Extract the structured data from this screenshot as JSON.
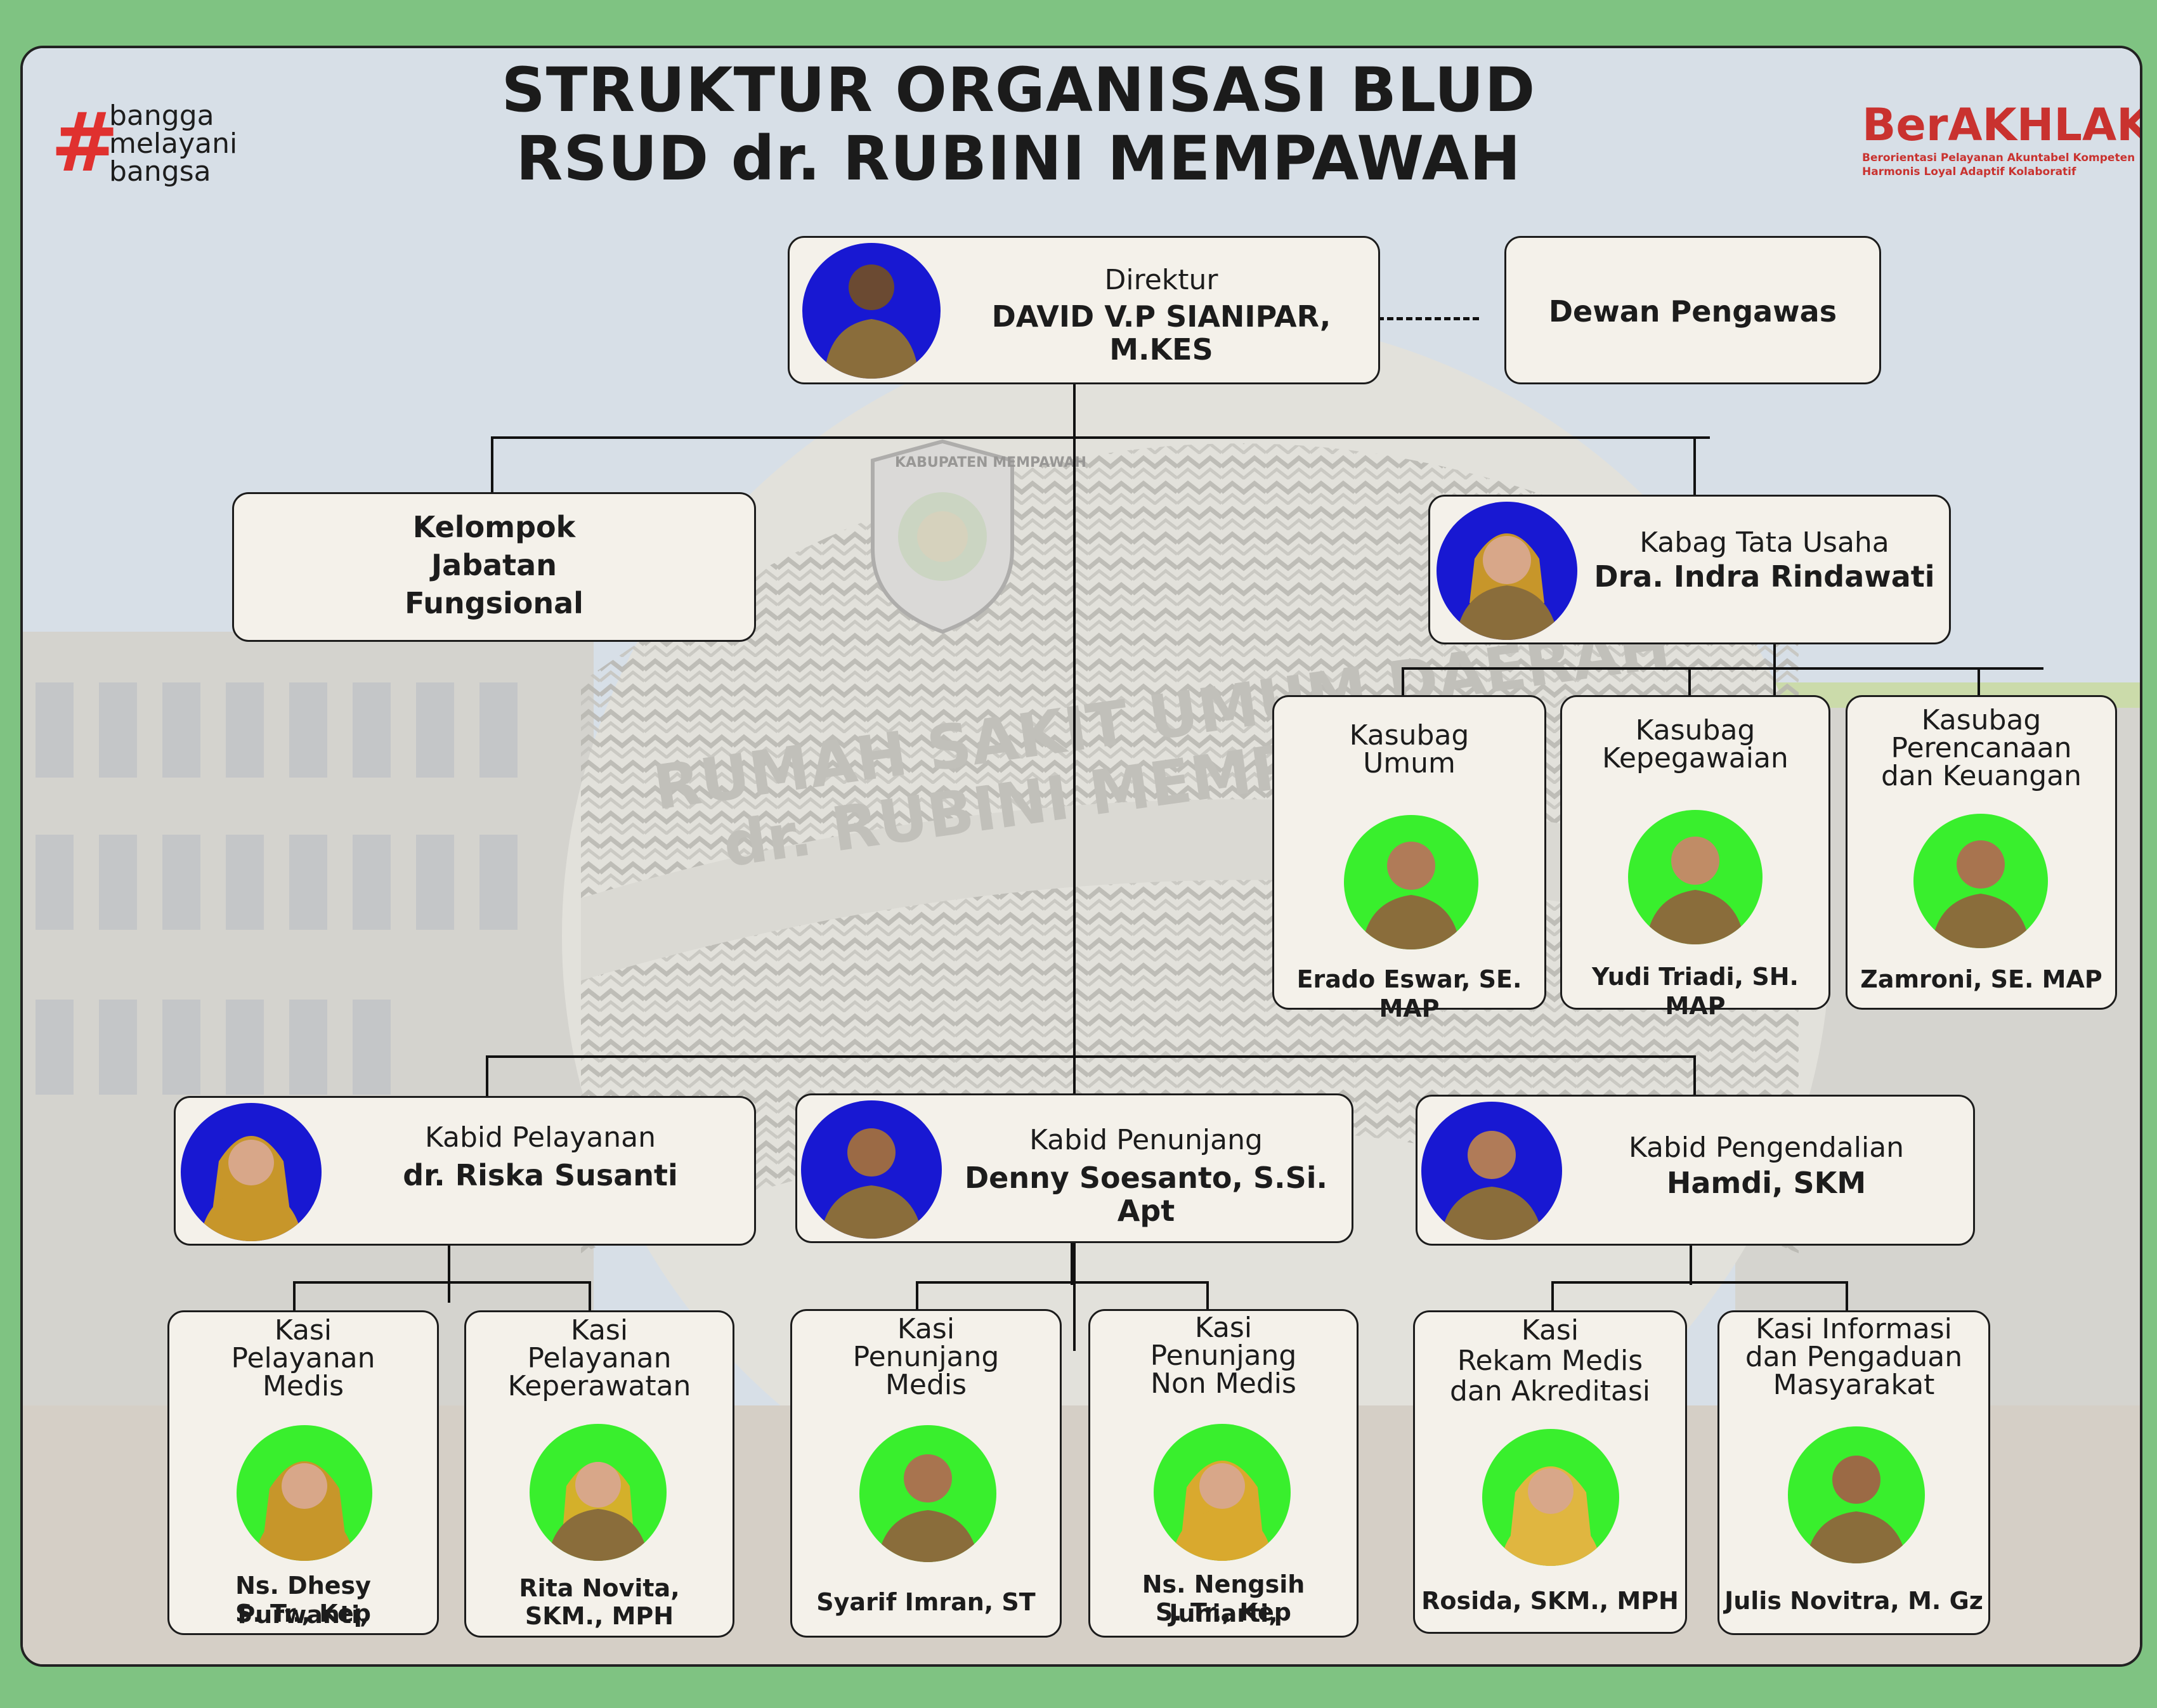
{
  "logos": {
    "left": {
      "hash": "#",
      "lines": [
        "bangga",
        "melayani",
        "bangsa"
      ]
    },
    "right": {
      "brand": "BerAKHLAK",
      "line1": "Berorientasi Pelayanan Akuntabel Kompeten",
      "line2": "Harmonis Loyal Adaptif Kolaboratif"
    }
  },
  "title": {
    "line1": "STRUKTUR ORGANISASI BLUD",
    "line2": "RSUD dr. RUBINI MEMPAWAH"
  },
  "background": {
    "building_text1": "RUMAH SAKIT UMUM DAERAH",
    "building_text2": "dr. RUBINI MEMPAWAH",
    "emblem_text": "KABUPATEN MEMPAWAH"
  },
  "direktur": {
    "role": "Direktur",
    "name": "DAVID V.P SIANIPAR, M.KES"
  },
  "dewan": {
    "label": "Dewan Pengawas"
  },
  "fungsional": {
    "line1": "Kelompok",
    "line2": "Jabatan",
    "line3": "Fungsional"
  },
  "kabag": {
    "role": "Kabag Tata Usaha",
    "name": "Dra. Indra Rindawati"
  },
  "kasubag": [
    {
      "role": [
        "Kasubag",
        "Umum"
      ],
      "name": "Erado Eswar, SE. MAP"
    },
    {
      "role": [
        "Kasubag",
        "Kepegawaian"
      ],
      "name": "Yudi Triadi, SH. MAP"
    },
    {
      "role": [
        "Kasubag",
        "Perencanaan",
        "dan Keuangan"
      ],
      "name": "Zamroni, SE. MAP"
    }
  ],
  "kabid": [
    {
      "role": "Kabid Pelayanan",
      "name": "dr. Riska Susanti"
    },
    {
      "role": "Kabid Penunjang",
      "name": "Denny Soesanto, S.Si. Apt"
    },
    {
      "role": "Kabid Pengendalian",
      "name": "Hamdi, SKM"
    }
  ],
  "kasi": [
    {
      "role": [
        "Kasi",
        "Pelayanan",
        "Medis"
      ],
      "name": [
        "Ns. Dhesy Purwanti,",
        "S. Tr., Kep"
      ]
    },
    {
      "role": [
        "Kasi",
        "Pelayanan",
        "Keperawatan"
      ],
      "name": [
        "Rita Novita,",
        "SKM., MPH"
      ]
    },
    {
      "role": [
        "Kasi",
        "Penunjang",
        "Medis"
      ],
      "name": [
        "Syarif Imran, ST"
      ]
    },
    {
      "role": [
        "Kasi",
        "Penunjang",
        "Non Medis"
      ],
      "name": [
        "Ns. Nengsih Juniarti,",
        "S. Tr., Kep"
      ]
    },
    {
      "role": [
        "Kasi",
        "Rekam Medis",
        "dan Akreditasi"
      ],
      "name": [
        "Rosida, SKM., MPH"
      ]
    },
    {
      "role": [
        "Kasi Informasi",
        "dan Pengaduan",
        "Masyarakat"
      ],
      "name": [
        "Julis Novitra, M. Gz"
      ]
    }
  ],
  "colors": {
    "frame_bg": "#7fc382",
    "box_fill": "#f4f1ea",
    "photo_blue": "#1818d2",
    "photo_green": "#39ef2d",
    "uniform": "#8a6d3b",
    "brand_red": "#c9322f"
  }
}
